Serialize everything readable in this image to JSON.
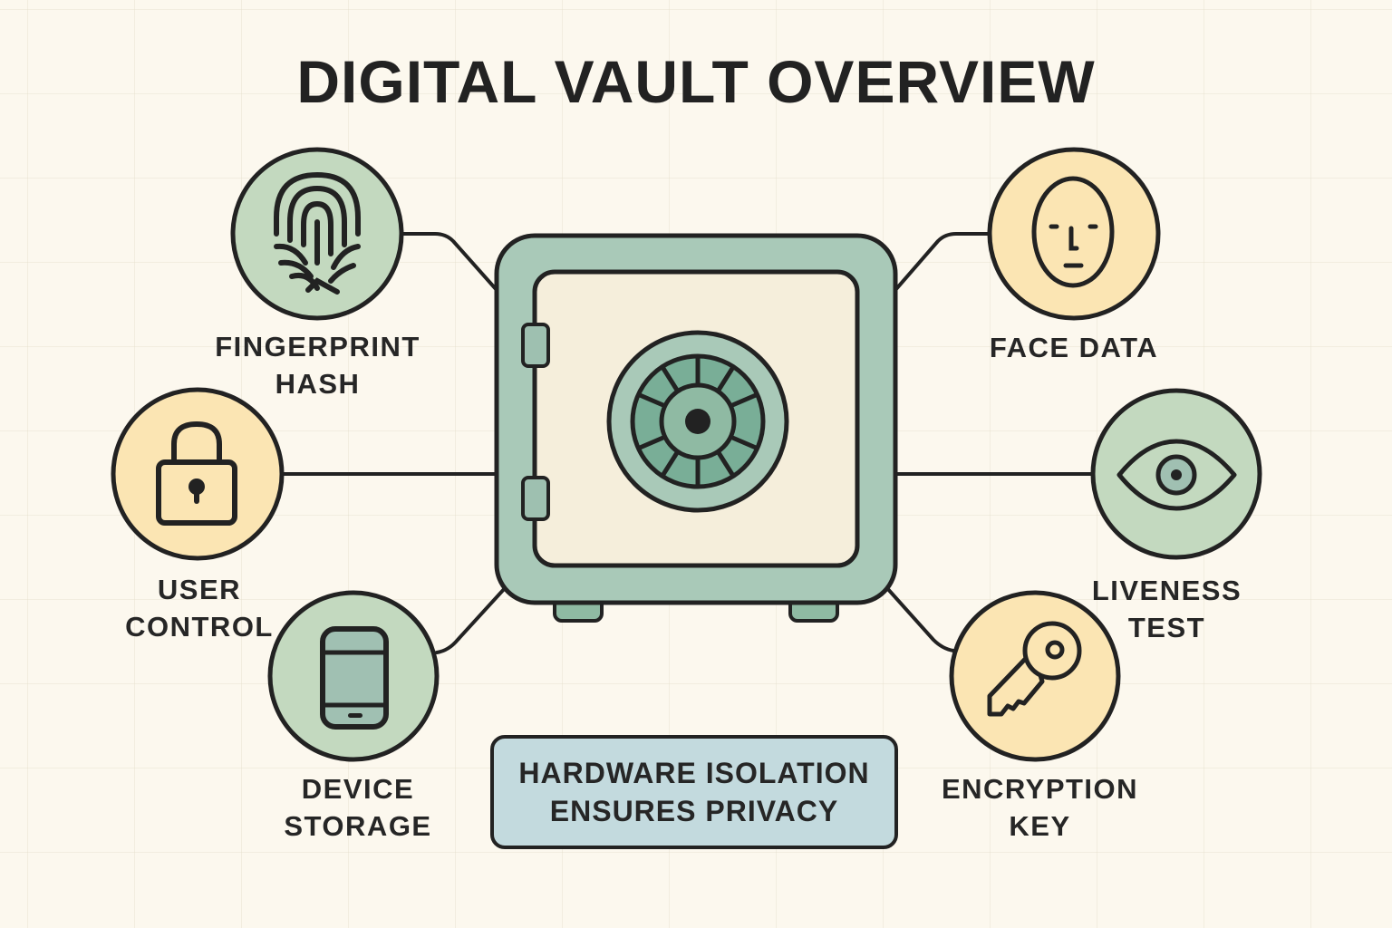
{
  "title": "DIGITAL VAULT OVERVIEW",
  "center": {
    "name": "vault-safe",
    "icon": "safe-icon"
  },
  "nodes": [
    {
      "id": "fingerprint",
      "icon": "fingerprint-icon",
      "lines": [
        "FINGERPRINT",
        "HASH"
      ],
      "fill": "#c3d9bf"
    },
    {
      "id": "user-control",
      "icon": "padlock-icon",
      "lines": [
        "USER",
        "CONTROL"
      ],
      "fill": "#fbe5b3"
    },
    {
      "id": "device-storage",
      "icon": "smartphone-icon",
      "lines": [
        "DEVICE",
        "STORAGE"
      ],
      "fill": "#c3d9bf"
    },
    {
      "id": "face-data",
      "icon": "face-icon",
      "lines": [
        "FACE DATA"
      ],
      "fill": "#fbe5b3"
    },
    {
      "id": "liveness-test",
      "icon": "eye-icon",
      "lines": [
        "LIVENESS",
        "TEST"
      ],
      "fill": "#c3d9bf"
    },
    {
      "id": "encryption-key",
      "icon": "key-icon",
      "lines": [
        "ENCRYPTION",
        "KEY"
      ],
      "fill": "#fbe5b3"
    }
  ],
  "callout": {
    "lines": [
      "HARDWARE ISOLATION",
      "ENSURES PRIVACY"
    ]
  },
  "colors": {
    "background": "#fcf8ee",
    "sage": "#c3d9bf",
    "cream_yellow": "#fbe5b3",
    "vault_body": "#a9c9b8",
    "vault_door": "#f5eedb",
    "dial": "#79ae97",
    "callout_blue": "#c3dade",
    "outline": "#222222"
  }
}
